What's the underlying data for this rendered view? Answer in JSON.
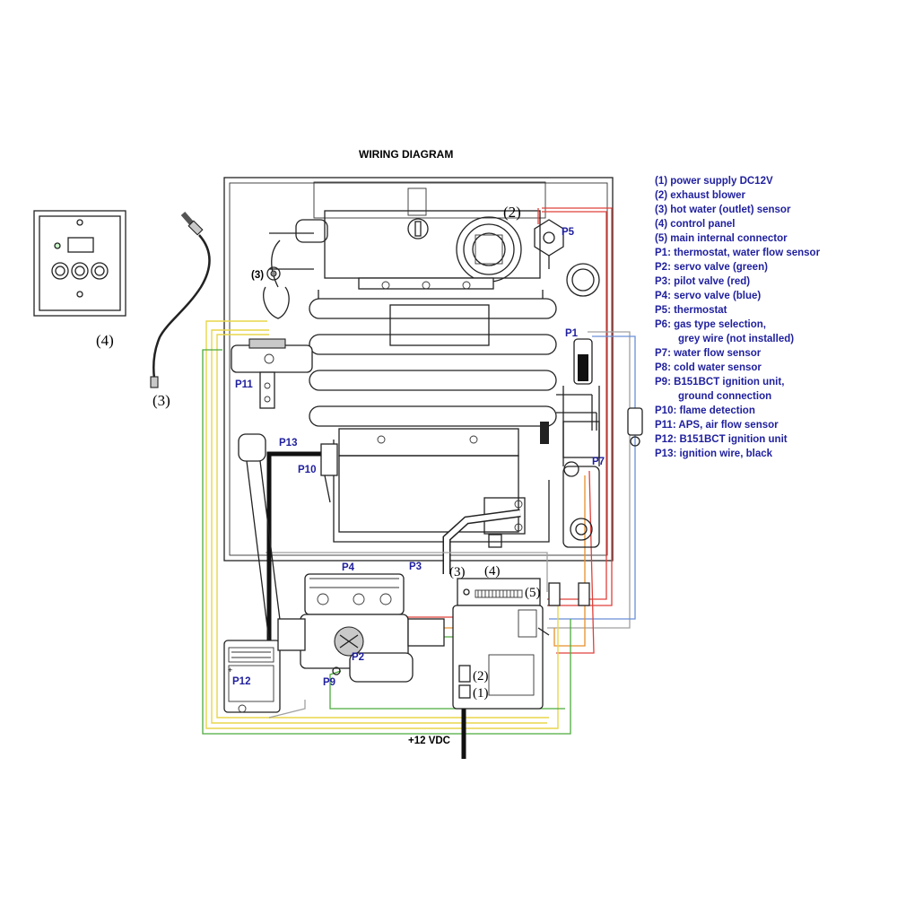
{
  "title": "WIRING DIAGRAM",
  "legend": [
    "(1) power supply DC12V",
    "(2) exhaust blower",
    "(3) hot water (outlet) sensor",
    "(4) control panel",
    "(5) main internal connector",
    "P1: thermostat, water flow sensor",
    "P2: servo valve (green)",
    "P3: pilot valve (red)",
    "P4: servo valve (blue)",
    "P5: thermostat",
    "P6: gas type selection,",
    "grey wire (not installed)",
    "P7: water flow sensor",
    "P8: cold water sensor",
    "P9: B151BCT ignition unit,",
    "ground connection",
    "P10: flame detection",
    "P11: APS, air flow sensor",
    "P12: B151BCT ignition unit",
    "P13: ignition wire, black"
  ],
  "labels": {
    "p1": "P1",
    "p2": "P2",
    "p3": "P3",
    "p4": "P4",
    "p5": "P5",
    "p7": "P7",
    "p9": "P9",
    "p10": "P10",
    "p11": "P11",
    "p12": "P12",
    "p13": "P13",
    "n1": "(1)",
    "n2": "(2)",
    "n2_top": "(2)",
    "n3": "(3)",
    "n3_board": "(3)",
    "n4": "(4)",
    "n5": "(5)",
    "panel_num": "(4)",
    "sensor_num": "(3)",
    "power": "+12 VDC"
  },
  "colors": {
    "wire_red": "#e0403a",
    "wire_yellow": "#e8d64a",
    "wire_green": "#4caa3c",
    "wire_blue": "#6a8fd8",
    "wire_grey": "#a0a0a0",
    "wire_orange": "#e8902a",
    "label_blue": "#1f1f9e"
  }
}
